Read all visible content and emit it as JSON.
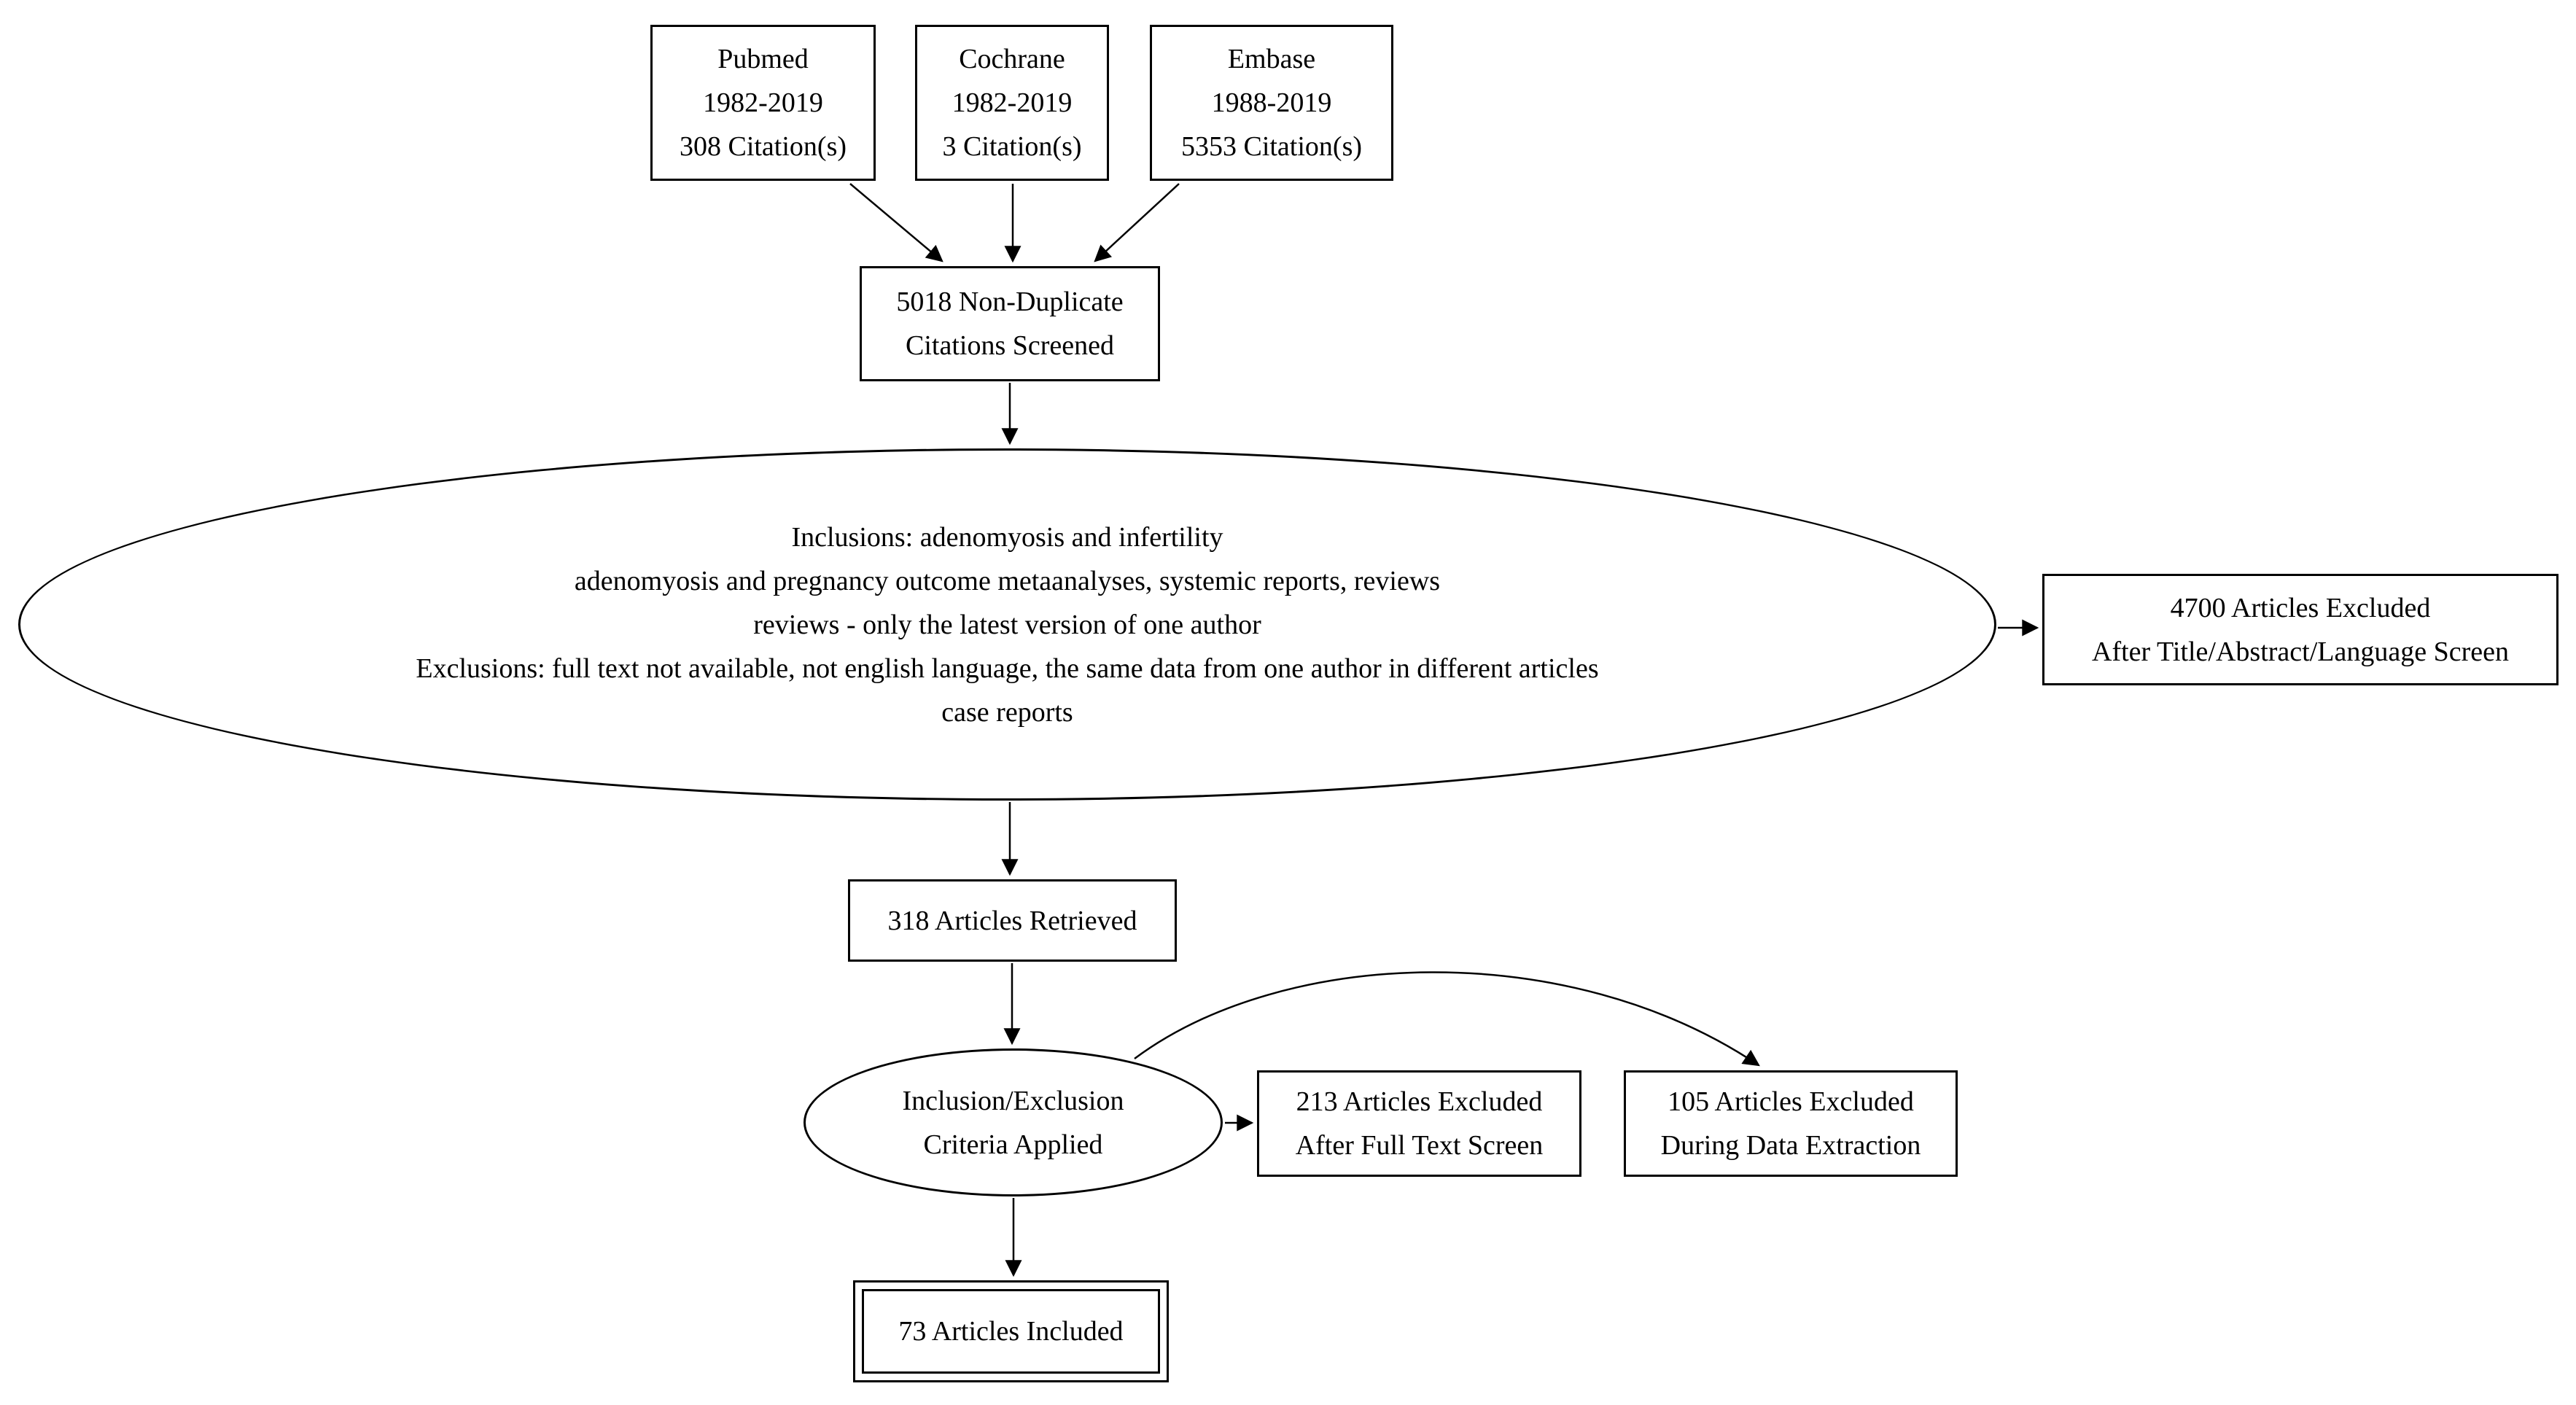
{
  "colors": {
    "background": "#ffffff",
    "node_border": "#000000",
    "text": "#000000",
    "arrow": "#000000"
  },
  "nodes": {
    "pubmed": {
      "line1": "Pubmed",
      "line2": "1982-2019",
      "line3": "308 Citation(s)"
    },
    "cochrane": {
      "line1": "Cochrane",
      "line2": "1982-2019",
      "line3": "3 Citation(s)"
    },
    "embase": {
      "line1": "Embase",
      "line2": "1988-2019",
      "line3": "5353 Citation(s)"
    },
    "screened": {
      "line1": "5018 Non-Duplicate",
      "line2": "Citations Screened"
    },
    "criteria": {
      "line1": "Inclusions: adenomyosis and infertility",
      "line2": "adenomyosis and pregnancy outcome metaanalyses, systemic reports, reviews",
      "line3": "reviews - only the latest version of one author",
      "line4": "Exclusions: full text not available, not english language, the same data from one author in different articles",
      "line5": "case reports"
    },
    "excluded_title_screen": {
      "line1": "4700 Articles Excluded",
      "line2": "After Title/Abstract/Language Screen"
    },
    "retrieved": {
      "line1": "318 Articles Retrieved"
    },
    "criteria_applied": {
      "line1": "Inclusion/Exclusion",
      "line2": "Criteria Applied"
    },
    "excluded_full_text": {
      "line1": "213 Articles Excluded",
      "line2": "After Full Text Screen"
    },
    "excluded_data_extraction": {
      "line1": "105 Articles Excluded",
      "line2": "During Data Extraction"
    },
    "included": {
      "line1": "73 Articles Included"
    }
  }
}
